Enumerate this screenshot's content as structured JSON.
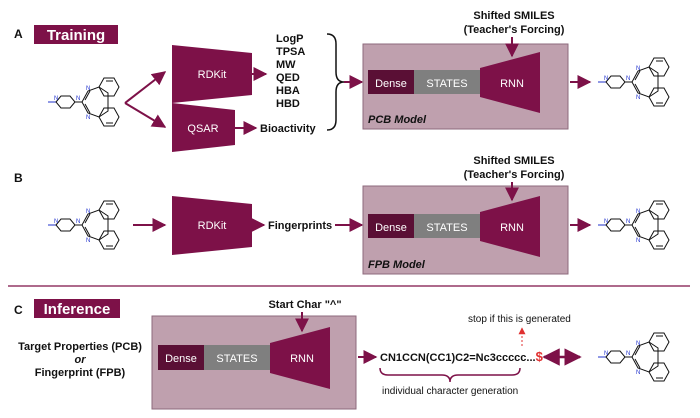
{
  "colors": {
    "maroon": "#7d1148",
    "panel": "#bfa0ae",
    "panel_border": "#8e6a7c",
    "gray": "#7f7f7f",
    "dark_maroon": "#5a0f35",
    "dollar": "#e03030",
    "mol_blue": "#2233cc",
    "white": "#ffffff",
    "black": "#111111"
  },
  "section_a": {
    "letter": "A",
    "badge": "Training",
    "rdkit": "RDKit",
    "qsar": "QSAR",
    "props": [
      "LogP",
      "TPSA",
      "MW",
      "QED",
      "HBA",
      "HBD"
    ],
    "bioactivity": "Bioactivity",
    "shifted_line1": "Shifted SMILES",
    "shifted_line2": "(Teacher's Forcing)",
    "dense": "Dense",
    "states": "STATES",
    "rnn": "RNN",
    "model_label": "PCB Model"
  },
  "section_b": {
    "letter": "B",
    "rdkit": "RDKit",
    "fingerprints": "Fingerprints",
    "shifted_line1": "Shifted SMILES",
    "shifted_line2": "(Teacher's Forcing)",
    "dense": "Dense",
    "states": "STATES",
    "rnn": "RNN",
    "model_label": "FPB Model"
  },
  "section_c": {
    "letter": "C",
    "badge": "Inference",
    "start_char": "Start Char \"^\"",
    "input_line1": "Target Properties (PCB)",
    "input_line2": "or",
    "input_line3": "Fingerprint (FPB)",
    "dense": "Dense",
    "states": "STATES",
    "rnn": "RNN",
    "smiles": "CN1CCN(CC1)C2=Nc3ccccc...",
    "dollar": "$",
    "stop_text": "stop if this is generated",
    "gen_text": "individual character generation"
  }
}
